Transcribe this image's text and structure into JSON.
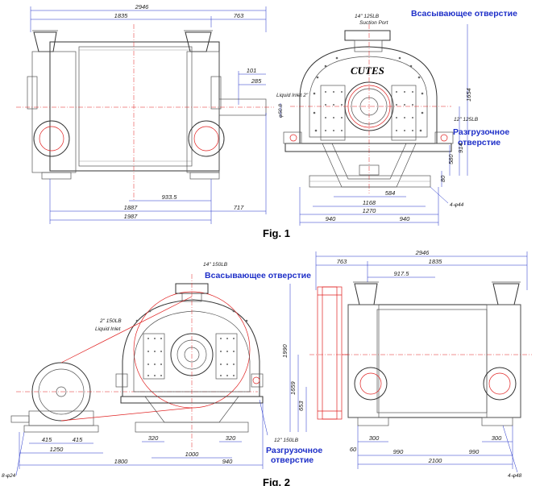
{
  "fig1": {
    "caption": "Fig. 1",
    "logo": "CUTES",
    "suction_port_note": "14\" 125LB\nSuction Port",
    "suction_label_ru": "Всасывающее отверстие",
    "liquid_inlet_note": "Liquid Inlet 2\"",
    "discharge_note": "12\" 125LB",
    "discharge_label_ru": "Разгрузочное\nотверстие",
    "dims": {
      "d2946": "2946",
      "d1835": "1835",
      "d763": "763",
      "d101": "101",
      "d285": "285",
      "d933": "933.5",
      "d1887a": "1887",
      "d1987": "1987",
      "d717": "717",
      "d1654": "1654",
      "d914": "914",
      "d580": "580",
      "d80": "80",
      "d584": "584",
      "d1168": "1168",
      "d1270": "1270",
      "d940a": "940",
      "d940b": "940",
      "d4phi44": "4-φ44",
      "d650": "φ50.8"
    }
  },
  "fig2": {
    "caption": "Fig. 2",
    "suction_note": "14\" 150LB",
    "suction_label_ru": "Всасывающее отверстие",
    "liquid_inlet_note": "2\" 150LB\nLiquid Inlet",
    "discharge_note": "12\" 150LB",
    "discharge_label_ru": "Разгрузочное\nотверстие",
    "dims": {
      "d2946": "2946",
      "d763": "763",
      "d1835": "1835",
      "d917": "917.5",
      "d1990": "1990",
      "d1659": "1659",
      "d653": "653",
      "d415a": "415",
      "d415b": "415",
      "d1250": "1250",
      "d320a": "320",
      "d320b": "320",
      "d1000": "1000",
      "d1800": "1800",
      "d940": "940",
      "d300a": "300",
      "d300b": "300",
      "d60": "60",
      "d990a": "990",
      "d990b": "990",
      "d2100": "2100",
      "d8phi24": "8-φ24",
      "d4phi48": "4-φ48"
    }
  }
}
